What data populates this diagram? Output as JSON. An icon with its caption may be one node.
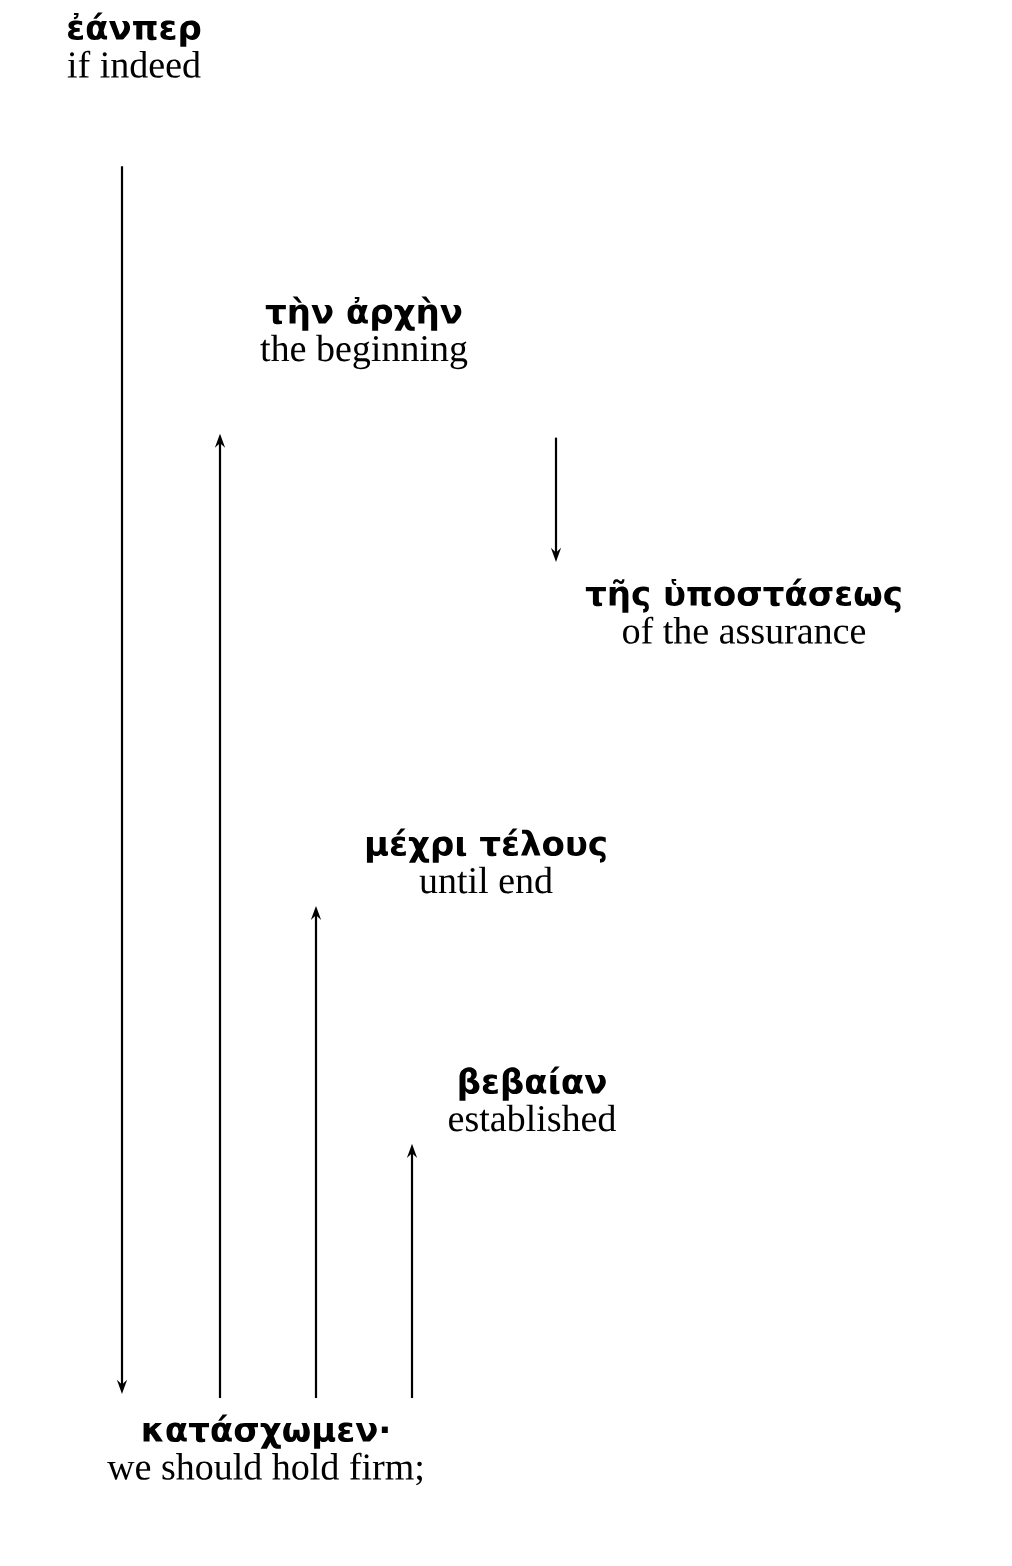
{
  "diagram": {
    "nodes": [
      {
        "text": [
          "ἐάνπερ",
          "if indeed"
        ]
      },
      {
        "text": [
          "τὴν ἀρχὴν",
          "the beginning"
        ]
      },
      {
        "text": [
          "τῆς ὑποστάσεως",
          "of the assurance"
        ]
      },
      {
        "text": [
          "μέχρι τέλους",
          "until end"
        ]
      },
      {
        "text": [
          "βεβαίαν",
          "established"
        ]
      },
      {
        "text": [
          "κατάσχωμεν·",
          "we should hold firm;"
        ]
      }
    ],
    "edges": [
      {
        "from": 0,
        "to": 5,
        "arrow": "to"
      },
      {
        "from": 5,
        "to": 1,
        "arrow": "to"
      },
      {
        "from": 1,
        "to": 2,
        "arrow": "to"
      },
      {
        "from": 5,
        "to": 3,
        "arrow": "to"
      },
      {
        "from": 5,
        "to": 4,
        "arrow": "to"
      }
    ]
  }
}
